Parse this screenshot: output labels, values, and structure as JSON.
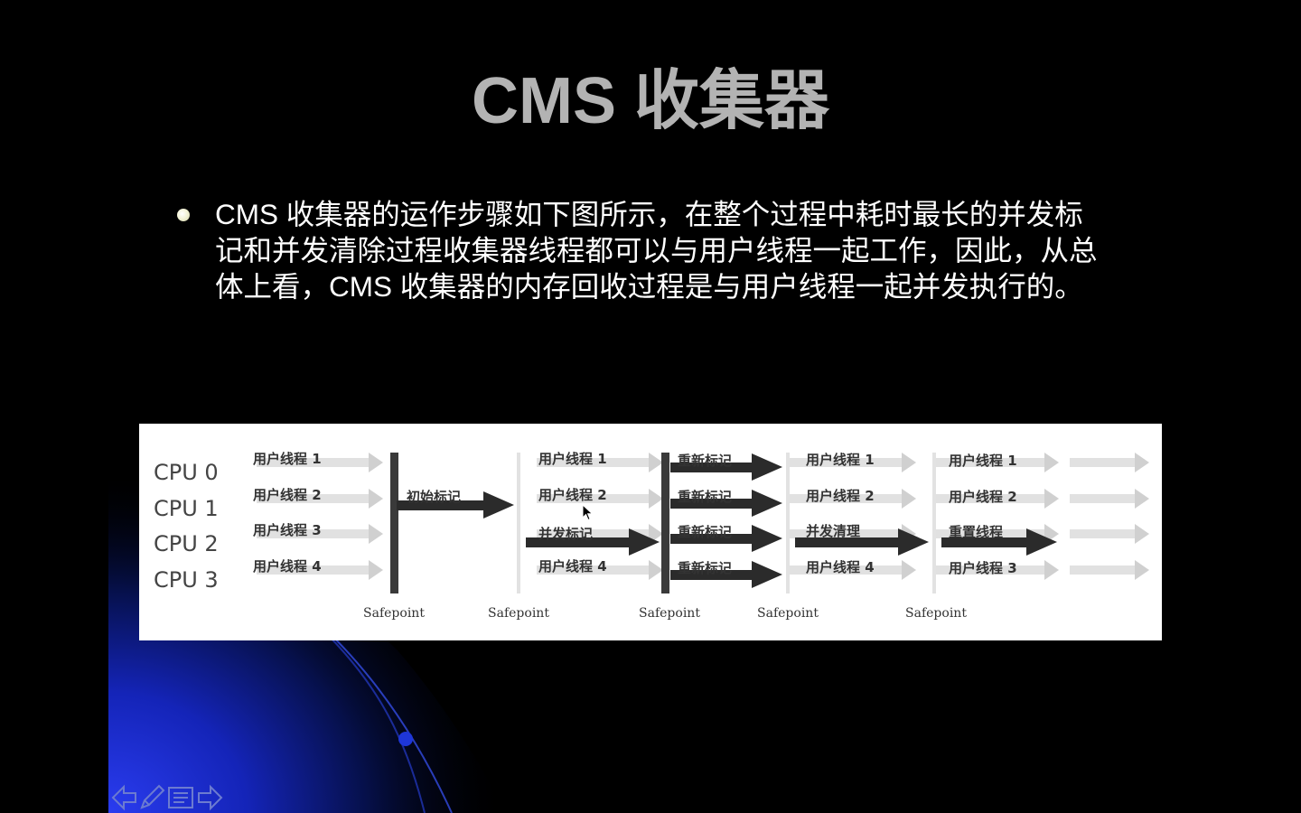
{
  "slide": {
    "title": "CMS 收集器",
    "bullets": [
      {
        "text": "CMS 收集器的运作步骤如下图所示，在整个过程中耗时最长的并发标记和并发清除过程收集器线程都可以与用户线程一起工作，因此，从总体上看，CMS 收集器的内存回收过程是与用户线程一起并发执行的。"
      }
    ]
  },
  "figure": {
    "cpus": [
      "CPU 0",
      "CPU 1",
      "CPU 2",
      "CPU 3"
    ],
    "columns": [
      {
        "labels": [
          "用户线程 1",
          "用户线程 2",
          "用户线程 3",
          "用户线程 4"
        ]
      },
      {
        "labels": [
          "初始标记"
        ]
      },
      {
        "labels": [
          "用户线程 1",
          "用户线程 2",
          "并发标记",
          "用户线程 4"
        ]
      },
      {
        "labels": [
          "重新标记",
          "重新标记",
          "重新标记",
          "重新标记"
        ]
      },
      {
        "labels": [
          "用户线程 1",
          "用户线程 2",
          "并发清理",
          "用户线程 4"
        ]
      },
      {
        "labels": [
          "用户线程 1",
          "用户线程 2",
          "重置线程",
          "用户线程 3"
        ]
      }
    ],
    "safepoints": [
      "Safepoint",
      "Safepoint",
      "Safepoint",
      "Safepoint",
      "Safepoint"
    ]
  },
  "nav": {
    "icons": [
      "prev-arrow-icon",
      "pen-icon",
      "menu-icon",
      "next-arrow-icon"
    ]
  },
  "colors": {
    "background": "#000000",
    "title": "#b3b3b3",
    "body_text": "#ffffff",
    "glow": "#1a2fd8"
  }
}
